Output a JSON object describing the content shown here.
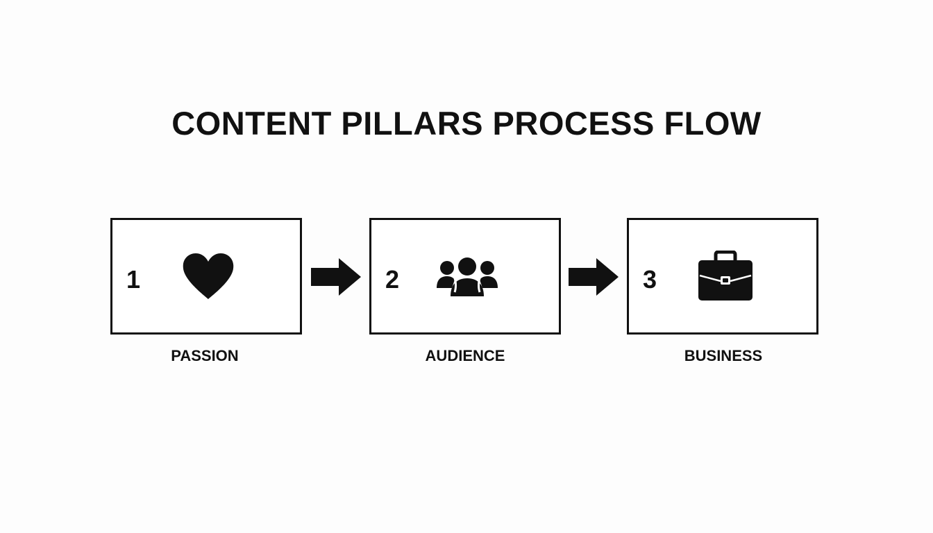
{
  "title": "CONTENT PILLARS PROCESS FLOW",
  "steps": [
    {
      "number": "1",
      "label": "PASSION",
      "icon": "heart-icon"
    },
    {
      "number": "2",
      "label": "AUDIENCE",
      "icon": "people-group-icon"
    },
    {
      "number": "3",
      "label": "BUSINESS",
      "icon": "briefcase-icon"
    }
  ],
  "colors": {
    "ink": "#111111",
    "background": "#fdfdfd"
  }
}
